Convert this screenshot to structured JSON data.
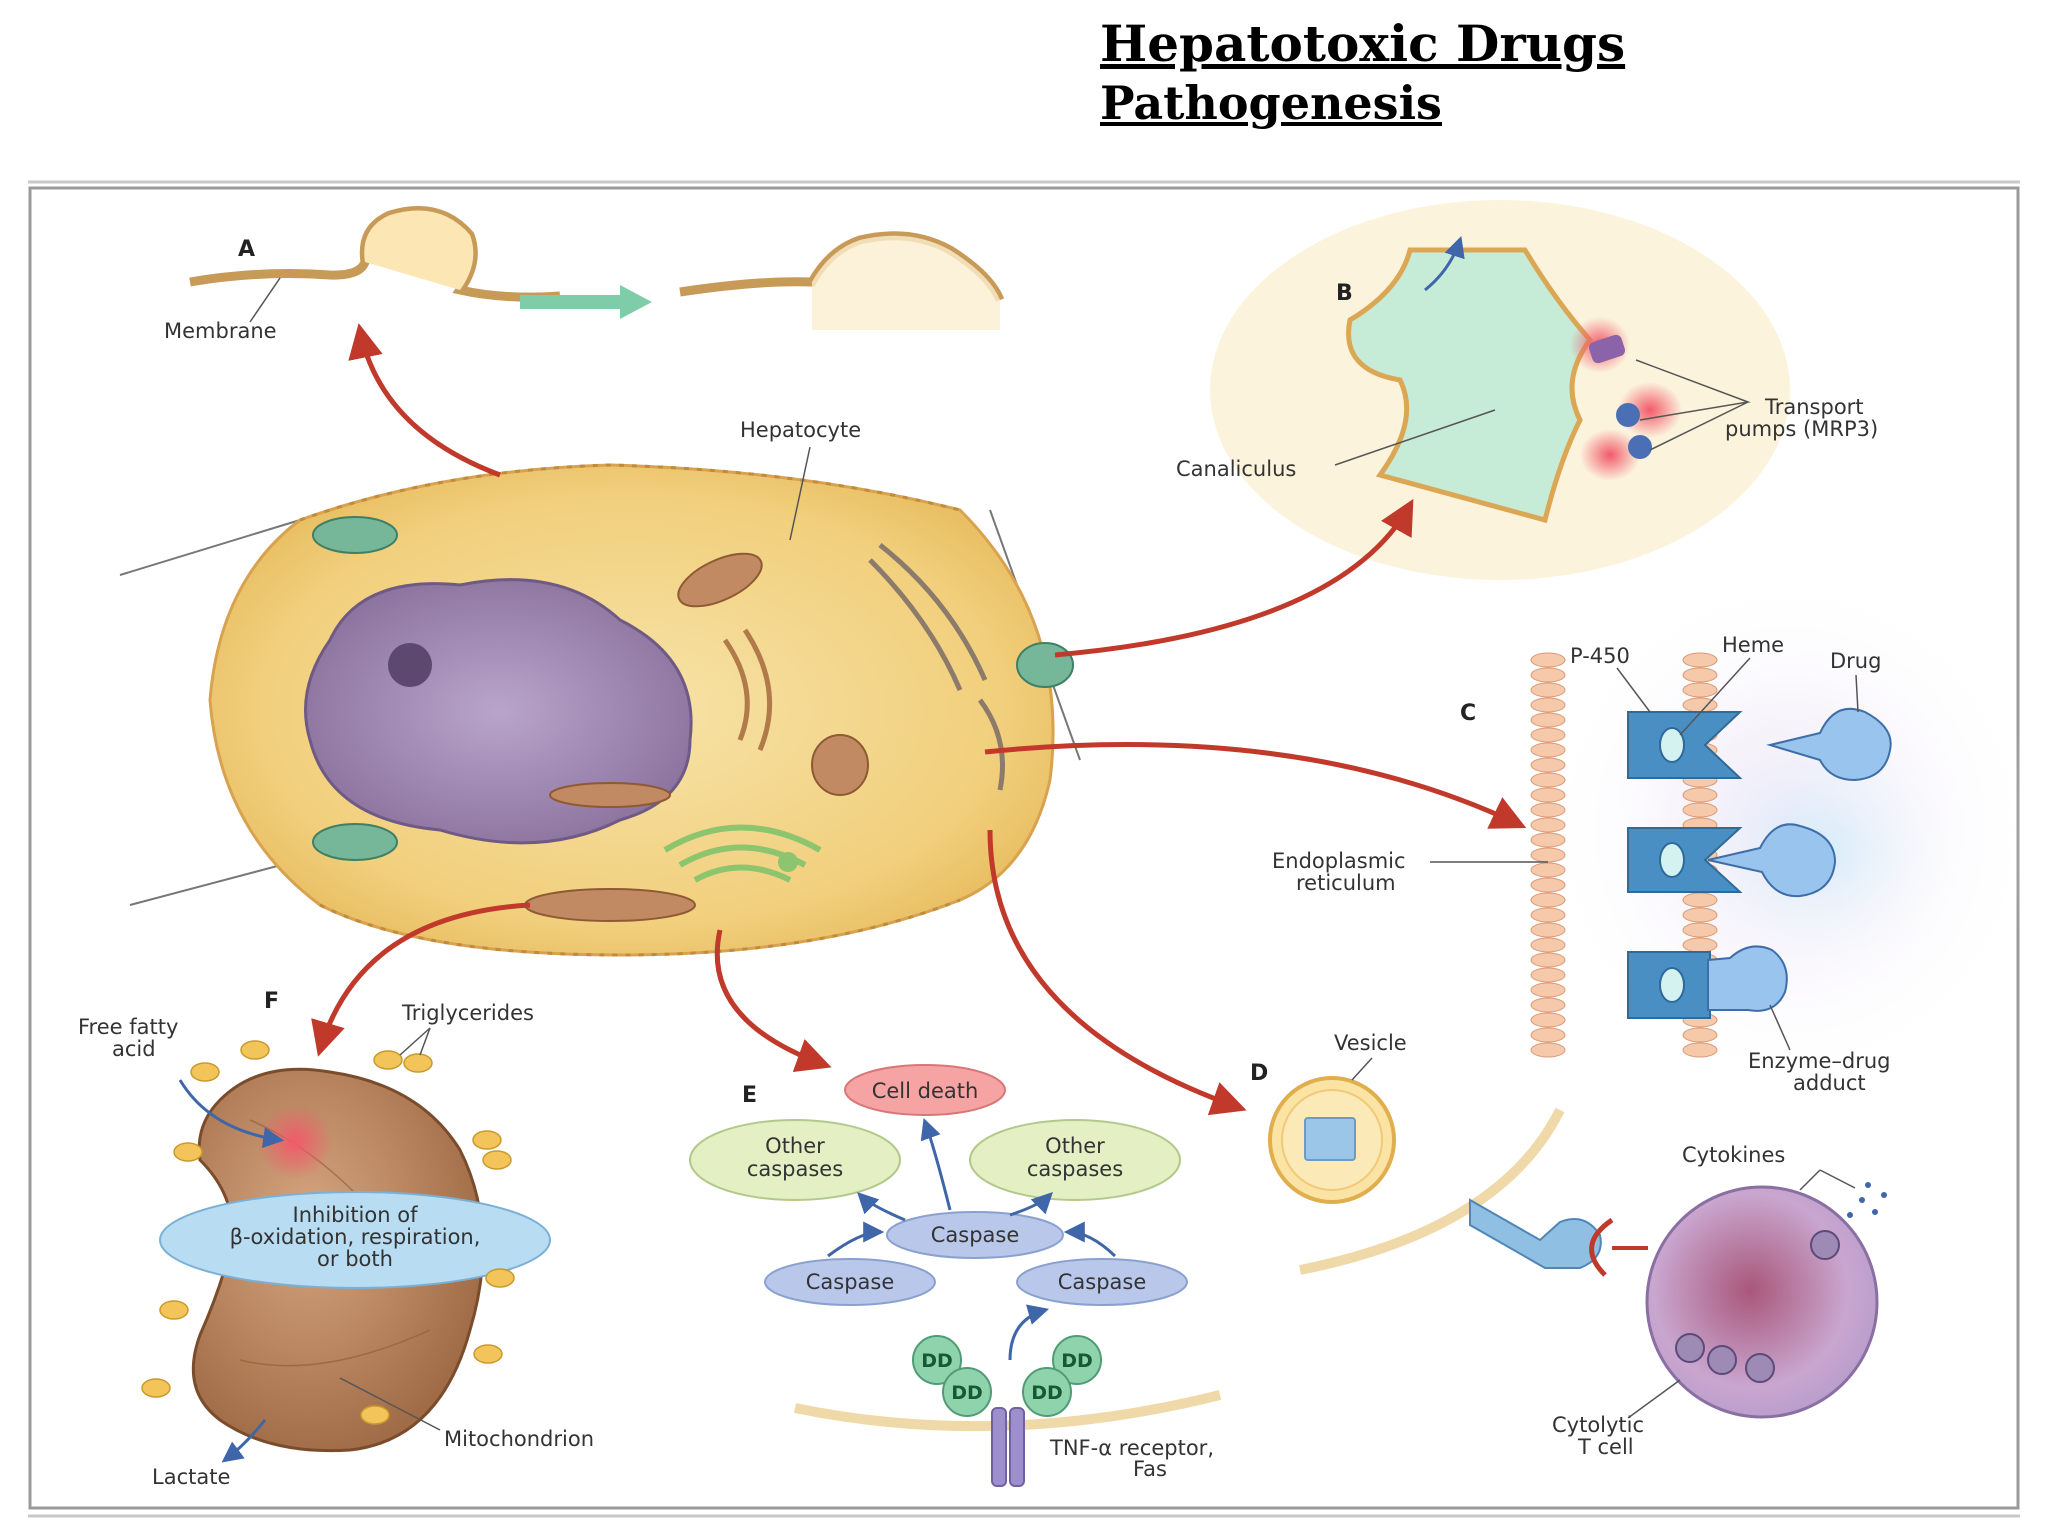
{
  "header": {
    "title": "Hepatotoxic Drugs",
    "subtitle": "Pathogenesis"
  },
  "panels": {
    "a": "A",
    "b": "B",
    "c": "C",
    "d": "D",
    "e": "E",
    "f": "F"
  },
  "labels": {
    "membrane": "Membrane",
    "hepatocyte": "Hepatocyte",
    "canaliculus": "Canaliculus",
    "transport_1": "Transport",
    "transport_2": "pumps (MRP3)",
    "p450": "P-450",
    "heme": "Heme",
    "drug": "Drug",
    "er_1": "Endoplasmic",
    "er_2": "reticulum",
    "adduct_1": "Enzyme–drug",
    "adduct_2": "adduct",
    "vesicle": "Vesicle",
    "cytokines": "Cytokines",
    "tcell_1": "Cytolytic",
    "tcell_2": "T cell",
    "ffa_1": "Free fatty",
    "ffa_2": "acid",
    "triglycerides": "Triglycerides",
    "inhibition_1": "Inhibition of",
    "inhibition_2": "β-oxidation, respiration,",
    "inhibition_3": "or both",
    "mitochondrion": "Mitochondrion",
    "lactate": "Lactate",
    "tnf_1": "TNF-α receptor,",
    "tnf_2": "Fas"
  },
  "apoptosis": {
    "cell_death": "Cell death",
    "other_caspases_1": "Other",
    "other_caspases_2": "caspases",
    "caspase": "Caspase",
    "dd": "DD"
  },
  "colors": {
    "cytoplasm": "#f5d78a",
    "nucleus": "#9c86b0",
    "arrow": "#c0392b",
    "caspase": "#b9c8ea",
    "other_caspases": "#e4efc4",
    "cell_death": "#f6a3a3",
    "dd": "#8fd3ac",
    "mitochondrion": "#b07a55",
    "p450": "#4a8fc4"
  }
}
